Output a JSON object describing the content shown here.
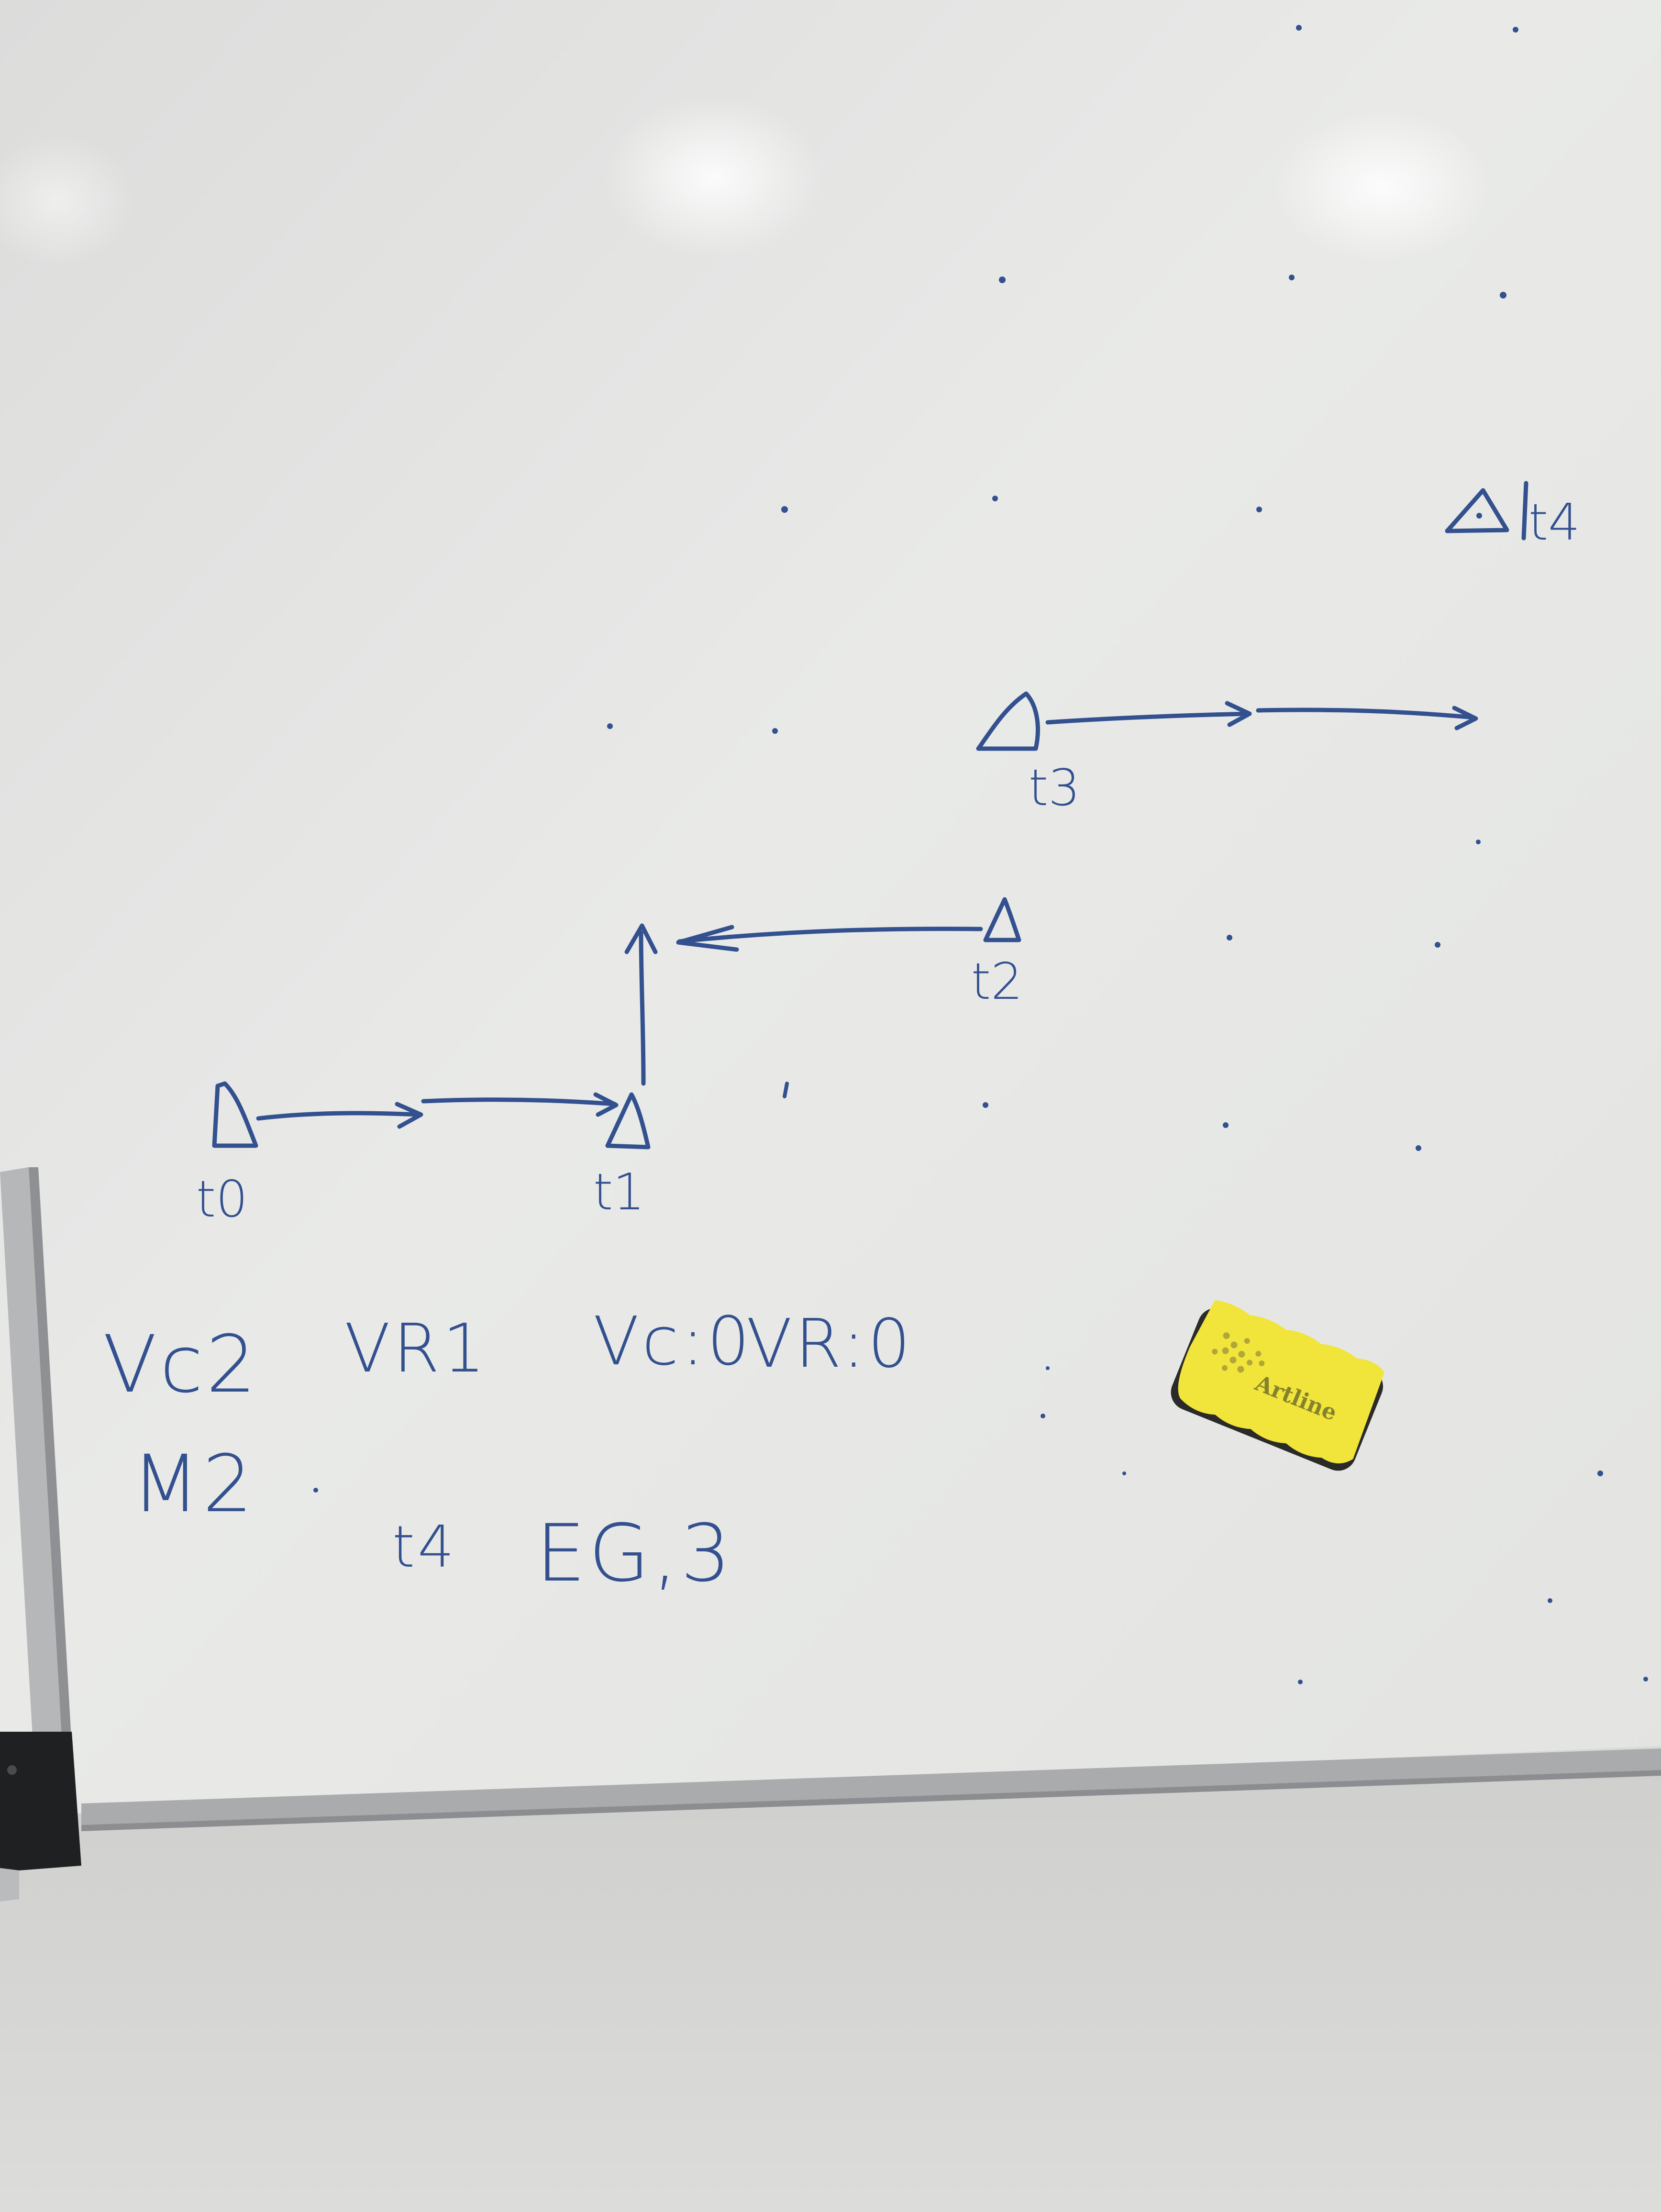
{
  "scene": {
    "description_free": true,
    "colors": {
      "board": "#e6e7e5",
      "marker": "#33508f",
      "frame": "#a7a9ab",
      "bracket": "#1f2022",
      "wall": "#d8d8d6",
      "eraser": "#f1e43a"
    }
  },
  "labels": {
    "t0": "t0",
    "t1": "t1",
    "t2": "t2",
    "t3": "t3",
    "t4": "t4",
    "t4_lower": "t4"
  },
  "notes": {
    "line1_a": "Vc2",
    "line1_b": "VR1",
    "line1_c": "Vc:0",
    "line1_d": "VR:0",
    "line2": "M2",
    "line3_a": "EG,3"
  },
  "eraser": {
    "brand": "Artline",
    "color": "#f1e43a"
  }
}
